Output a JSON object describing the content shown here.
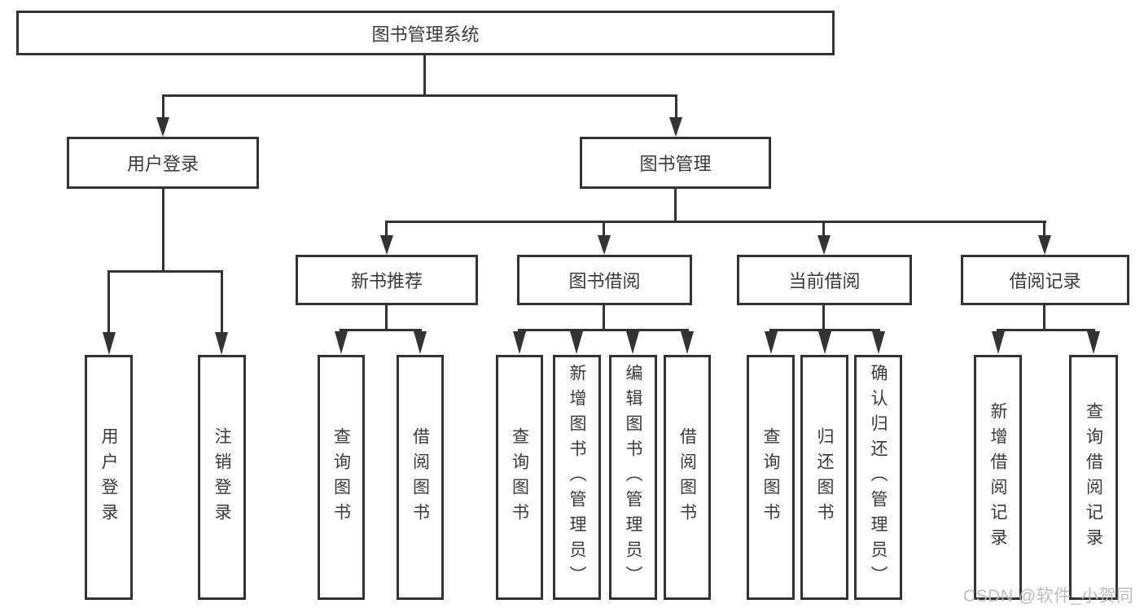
{
  "diagram": {
    "root": "图书管理系统",
    "branches": [
      {
        "label": "用户登录",
        "children": [
          "用户登录",
          "注销登录"
        ]
      },
      {
        "label": "图书管理",
        "children": [
          {
            "label": "新书推荐",
            "children": [
              "查询图书",
              "借阅图书"
            ]
          },
          {
            "label": "图书借阅",
            "children": [
              "查询图书",
              "新增图书（管理员）",
              "编辑图书（管理员）",
              "借阅图书"
            ]
          },
          {
            "label": "当前借阅",
            "children": [
              "查询图书",
              "归还图书",
              "确认归还（管理员）"
            ]
          },
          {
            "label": "借阅记录",
            "children": [
              "新增借阅记录",
              "查询借阅记录"
            ]
          }
        ]
      }
    ]
  },
  "watermark": {
    "text": "CSDN @软件_小贺同学"
  },
  "colors": {
    "line": "#333333",
    "text": "#3a3a3a",
    "background": "#ffffff",
    "watermark": "#b9b9b9"
  }
}
